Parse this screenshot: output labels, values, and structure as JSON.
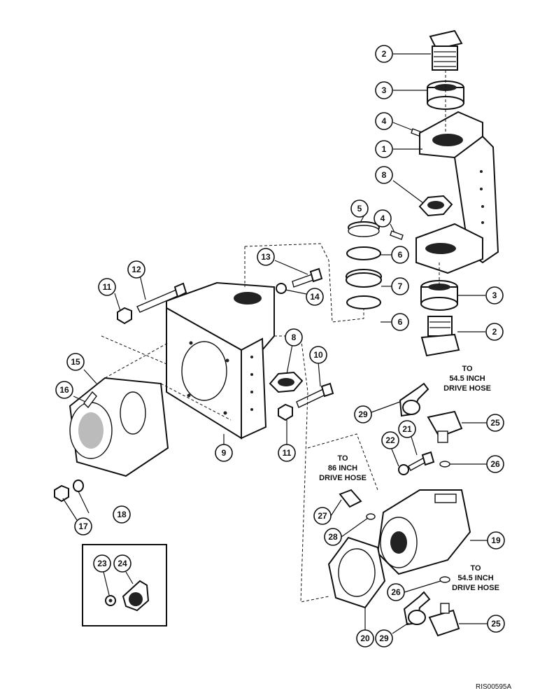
{
  "callouts": [
    {
      "id": "c-2a",
      "num": "2"
    },
    {
      "id": "c-3a",
      "num": "3"
    },
    {
      "id": "c-4a",
      "num": "4"
    },
    {
      "id": "c-1",
      "num": "1"
    },
    {
      "id": "c-8a",
      "num": "8"
    },
    {
      "id": "c-5",
      "num": "5"
    },
    {
      "id": "c-4b",
      "num": "4"
    },
    {
      "id": "c-6a",
      "num": "6"
    },
    {
      "id": "c-7",
      "num": "7"
    },
    {
      "id": "c-6b",
      "num": "6"
    },
    {
      "id": "c-3b",
      "num": "3"
    },
    {
      "id": "c-2b",
      "num": "2"
    },
    {
      "id": "c-13",
      "num": "13"
    },
    {
      "id": "c-12",
      "num": "12"
    },
    {
      "id": "c-11a",
      "num": "11"
    },
    {
      "id": "c-14",
      "num": "14"
    },
    {
      "id": "c-8b",
      "num": "8"
    },
    {
      "id": "c-10",
      "num": "10"
    },
    {
      "id": "c-11b",
      "num": "11"
    },
    {
      "id": "c-9",
      "num": "9"
    },
    {
      "id": "c-15",
      "num": "15"
    },
    {
      "id": "c-16",
      "num": "16"
    },
    {
      "id": "c-17",
      "num": "17"
    },
    {
      "id": "c-18",
      "num": "18"
    },
    {
      "id": "c-29a",
      "num": "29"
    },
    {
      "id": "c-25a",
      "num": "25"
    },
    {
      "id": "c-21",
      "num": "21"
    },
    {
      "id": "c-22",
      "num": "22"
    },
    {
      "id": "c-26a",
      "num": "26"
    },
    {
      "id": "c-27",
      "num": "27"
    },
    {
      "id": "c-28",
      "num": "28"
    },
    {
      "id": "c-19",
      "num": "19"
    },
    {
      "id": "c-26b",
      "num": "26"
    },
    {
      "id": "c-20",
      "num": "20"
    },
    {
      "id": "c-29b",
      "num": "29"
    },
    {
      "id": "c-25b",
      "num": "25"
    },
    {
      "id": "c-23",
      "num": "23"
    },
    {
      "id": "c-24",
      "num": "24"
    }
  ],
  "notes": {
    "hose_545_top": [
      "TO",
      "54.5 INCH",
      "DRIVE HOSE"
    ],
    "hose_86": [
      "TO",
      "86 INCH",
      "DRIVE HOSE"
    ],
    "hose_545_bottom": [
      "TO",
      "54.5 INCH",
      "DRIVE HOSE"
    ]
  },
  "drawing_id": "RIS00595A"
}
